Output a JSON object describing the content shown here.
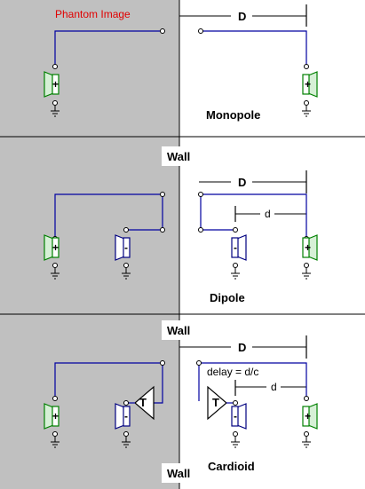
{
  "labels": {
    "phantom_image": "Phantom Image",
    "wall": "Wall",
    "distance_D": "D",
    "distance_d": "d",
    "delay_formula": "delay = d/c",
    "delay_element": "T",
    "plus": "+",
    "minus": "-"
  },
  "panels": [
    {
      "title": "Monopole"
    },
    {
      "title": "Dipole"
    },
    {
      "title": "Cardioid"
    }
  ],
  "colors": {
    "phantom_side": "#c0c0c0",
    "real_side": "#ffffff",
    "positive_speaker": "#008000",
    "negative_speaker": "#000080",
    "wiring": "#0000a0",
    "phantom_text": "#e00000"
  },
  "icons": [
    "speaker-icon",
    "ground-icon",
    "delay-amplifier-icon"
  ]
}
